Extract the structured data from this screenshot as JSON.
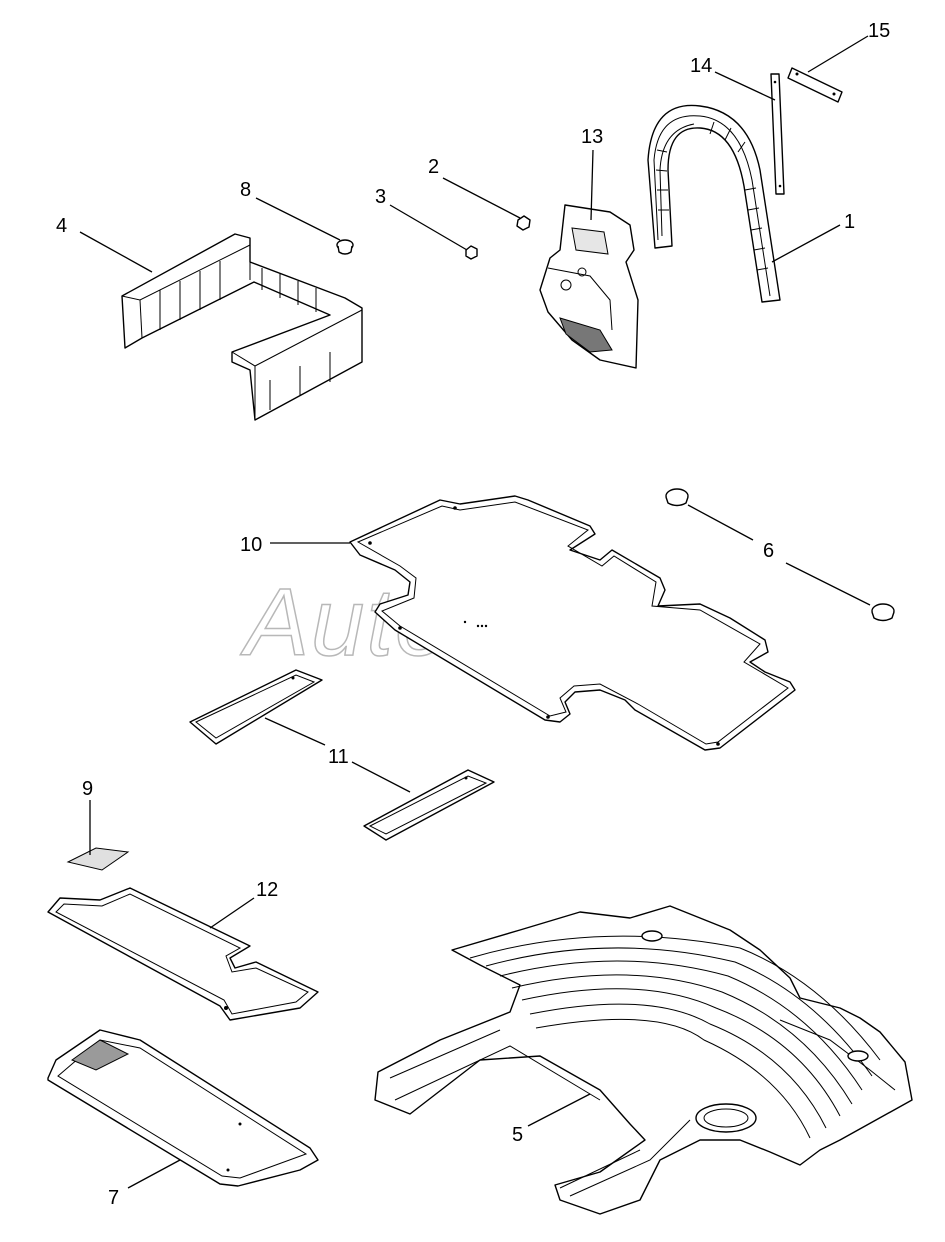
{
  "watermark": "AutoSoft",
  "callouts": {
    "c1": "1",
    "c2": "2",
    "c3": "3",
    "c4": "4",
    "c5": "5",
    "c6": "6",
    "c7": "7",
    "c8": "8",
    "c9": "9",
    "c10": "10",
    "c11": "11",
    "c12": "12",
    "c13": "13",
    "c14": "14",
    "c15": "15"
  }
}
